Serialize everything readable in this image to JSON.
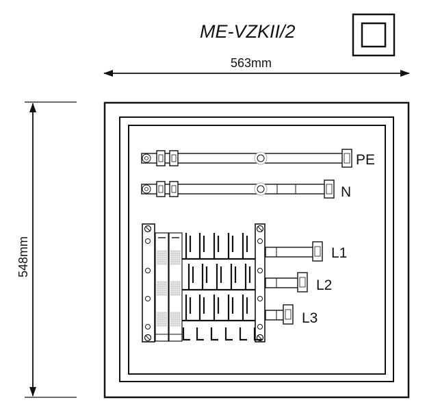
{
  "title": "ME-VZKII/2",
  "width_dimension": "563mm",
  "height_dimension": "548mm",
  "bus_labels": {
    "protective_earth": "PE",
    "neutral": "N",
    "phase_1": "L1",
    "phase_2": "L2",
    "phase_3": "L3"
  },
  "symbol": "double-insulation-icon"
}
